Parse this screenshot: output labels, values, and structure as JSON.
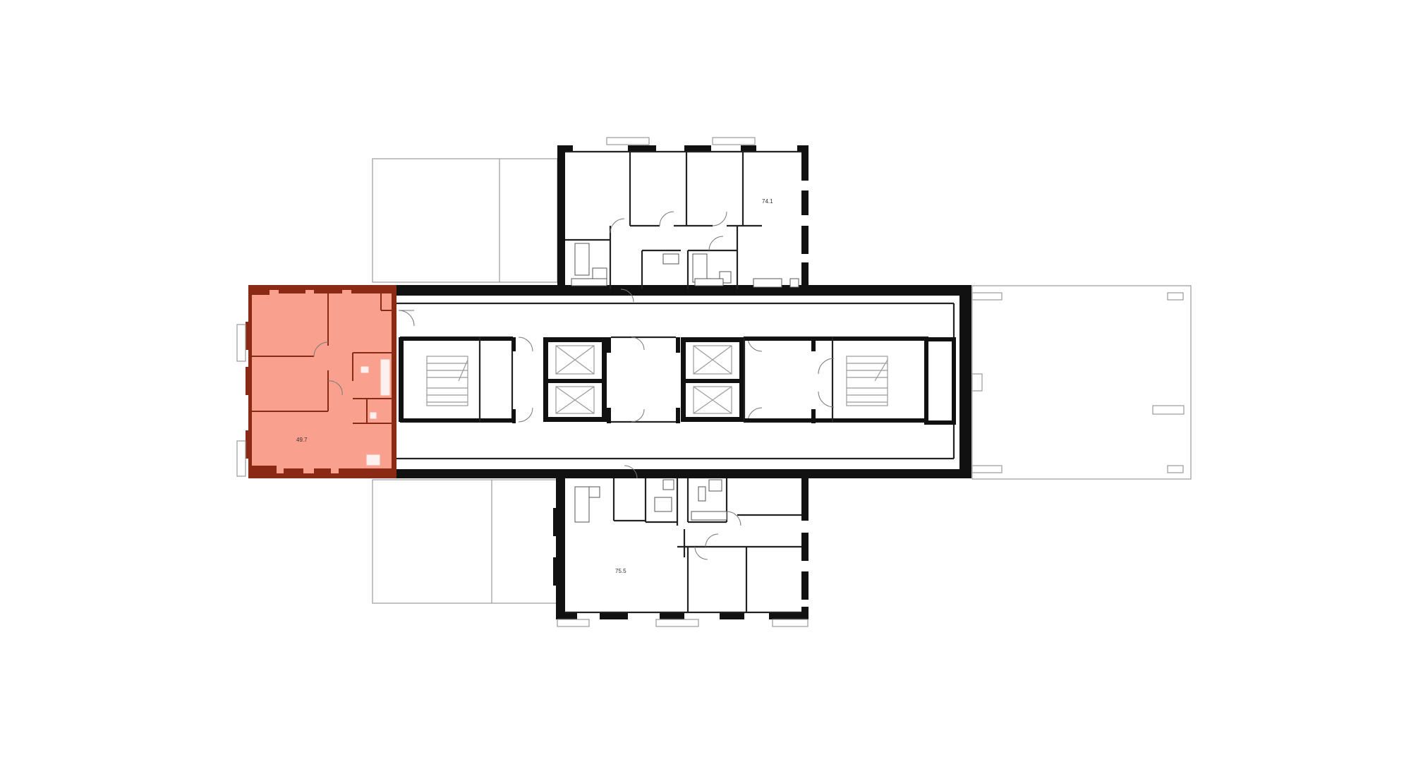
{
  "units": [
    {
      "id": "west",
      "area": "49.7",
      "highlighted": true,
      "highlight_color": "#f9a08e",
      "highlight_wall_color": "#8a2a14"
    },
    {
      "id": "north",
      "area": "74.1",
      "highlighted": false
    },
    {
      "id": "south",
      "area": "75.5",
      "highlighted": false
    }
  ],
  "colors": {
    "wall": "#111111",
    "background": "#ffffff",
    "highlight_fill": "#f9a08e",
    "highlight_wall": "#8a2a14"
  }
}
